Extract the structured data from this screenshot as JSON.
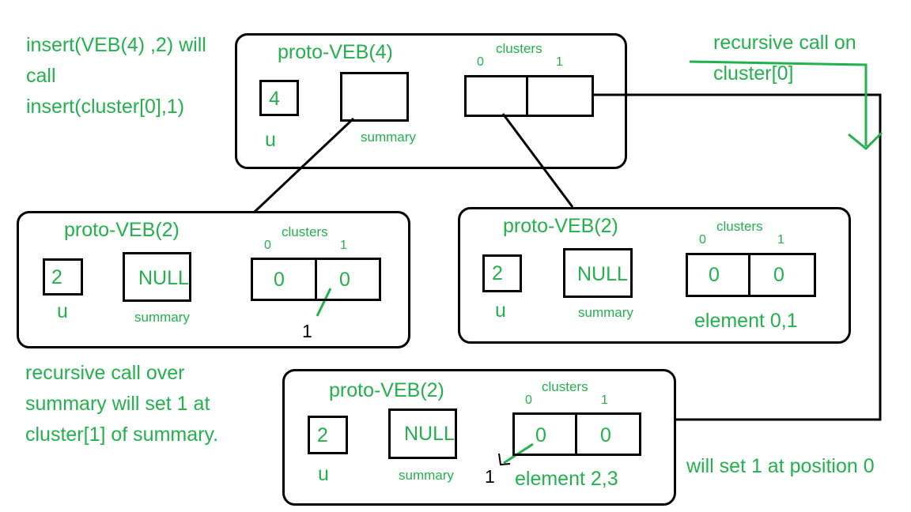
{
  "notes": {
    "top_left": [
      "insert(VEB(4) ,2) will",
      "call",
      "insert(cluster[0],1)"
    ],
    "top_right": [
      "recursive call on",
      "cluster[0]"
    ],
    "mid_left": [
      "recursive call over",
      "summary will set 1 at",
      "cluster[1] of summary."
    ],
    "bottom_right": "will set 1 at position 0"
  },
  "top": {
    "title": "proto-VEB(4)",
    "u_value": "4",
    "u_label": "u",
    "summary_label": "summary",
    "clusters_label": "clusters",
    "idx0": "0",
    "idx1": "1"
  },
  "left": {
    "title": "proto-VEB(2)",
    "u_value": "2",
    "u_label": "u",
    "summary_value": "NULL",
    "summary_label": "summary",
    "clusters_label": "clusters",
    "idx0": "0",
    "idx1": "1",
    "cell0": "0",
    "cell1": "0",
    "set_value": "1"
  },
  "right": {
    "title": "proto-VEB(2)",
    "u_value": "2",
    "u_label": "u",
    "summary_value": "NULL",
    "summary_label": "summary",
    "clusters_label": "clusters",
    "idx0": "0",
    "idx1": "1",
    "cell0": "0",
    "cell1": "0",
    "element_label": "element 0,1"
  },
  "bottom": {
    "title": "proto-VEB(2)",
    "u_value": "2",
    "u_label": "u",
    "summary_value": "NULL",
    "summary_label": "summary",
    "clusters_label": "clusters",
    "idx0": "0",
    "idx1": "1",
    "cell0": "0",
    "cell1": "0",
    "set_value": "1",
    "element_label": "element 2,3"
  }
}
